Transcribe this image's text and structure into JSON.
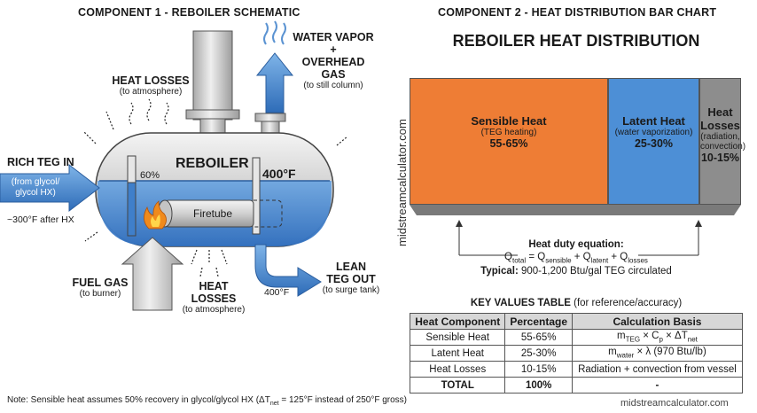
{
  "component1": {
    "header": "COMPONENT 1 - REBOILER SCHEMATIC",
    "heat_losses_top": {
      "title": "HEAT LOSSES",
      "sub": "(to atmosphere)"
    },
    "water_vapor": {
      "title1": "WATER VAPOR +",
      "title2": "OVERHEAD GAS",
      "sub": "(to still column)"
    },
    "rich_teg": {
      "title": "RICH TEG IN",
      "sub1": "(from glycol/",
      "sub2": "glycol HX)",
      "temp": "~300°F after HX"
    },
    "reboiler_label": "REBOILER",
    "level_label": "60%",
    "temp_label": "400°F",
    "firetube_label": "Firetube",
    "fuel_gas": {
      "title": "FUEL GAS",
      "sub": "(to burner)"
    },
    "heat_losses_bottom": {
      "title": "HEAT LOSSES",
      "sub": "(to atmosphere)"
    },
    "lean_teg": {
      "title1": "LEAN",
      "title2": "TEG OUT",
      "sub": "(to surge tank)",
      "temp": "400°F"
    },
    "note": "Note: Sensible heat assumes 50% recovery in glycol/glycol HX (ΔT",
    "note_sub": "net",
    "note_tail": " = 125°F instead of 250°F gross)"
  },
  "watermark": "midstreamcalculator.com",
  "component2": {
    "header": "COMPONENT 2 - HEAT DISTRIBUTION BAR CHART",
    "title": "REBOILER HEAT DISTRIBUTION",
    "segments": [
      {
        "title": "Sensible Heat",
        "sub1": "(TEG heating)",
        "sub2": "",
        "range": "55-65%",
        "share": 0.6,
        "color": "#ee7d35"
      },
      {
        "title": "Latent Heat",
        "sub1": "(water vaporization)",
        "sub2": "",
        "range": "25-30%",
        "share": 0.275,
        "color": "#4d8fd6"
      },
      {
        "title": "Heat Losses",
        "sub1": "(radiation,",
        "sub2": "convection)",
        "range": "10-15%",
        "share": 0.125,
        "color": "#8d8d8d"
      }
    ],
    "equation_title": "Heat duty equation:",
    "equation": {
      "q": "Q",
      "total": "total",
      "eq": " = Q",
      "sensible": "sensible",
      "plus1": " + Q",
      "latent": "latent",
      "plus2": " + Q",
      "losses": "losses"
    },
    "typical_label": "Typical:",
    "typical_value": " 900-1,200 Btu/gal TEG circulated"
  },
  "table": {
    "title": "KEY VALUES TABLE",
    "title_sub": " (for reference/accuracy)",
    "headers": [
      "Heat Component",
      "Percentage",
      "Calculation Basis"
    ],
    "rows": [
      {
        "component": "Sensible Heat",
        "pct": "55-65%",
        "basis_a": "m",
        "basis_a_sub": "TEG",
        "basis_b": " × C",
        "basis_b_sub": "p",
        "basis_c": " × ΔT",
        "basis_c_sub": "net"
      },
      {
        "component": "Latent Heat",
        "pct": "25-30%",
        "basis_a": "m",
        "basis_a_sub": "water",
        "basis_b": " × λ (970 Btu/lb)",
        "basis_b_sub": "",
        "basis_c": "",
        "basis_c_sub": ""
      },
      {
        "component": "Heat Losses",
        "pct": "10-15%",
        "basis_a": "Radiation + convection from vessel",
        "basis_a_sub": "",
        "basis_b": "",
        "basis_b_sub": "",
        "basis_c": "",
        "basis_c_sub": ""
      }
    ],
    "total": {
      "component": "TOTAL",
      "pct": "100%",
      "basis": "-"
    }
  },
  "footer_url": "midstreamcalculator.com"
}
